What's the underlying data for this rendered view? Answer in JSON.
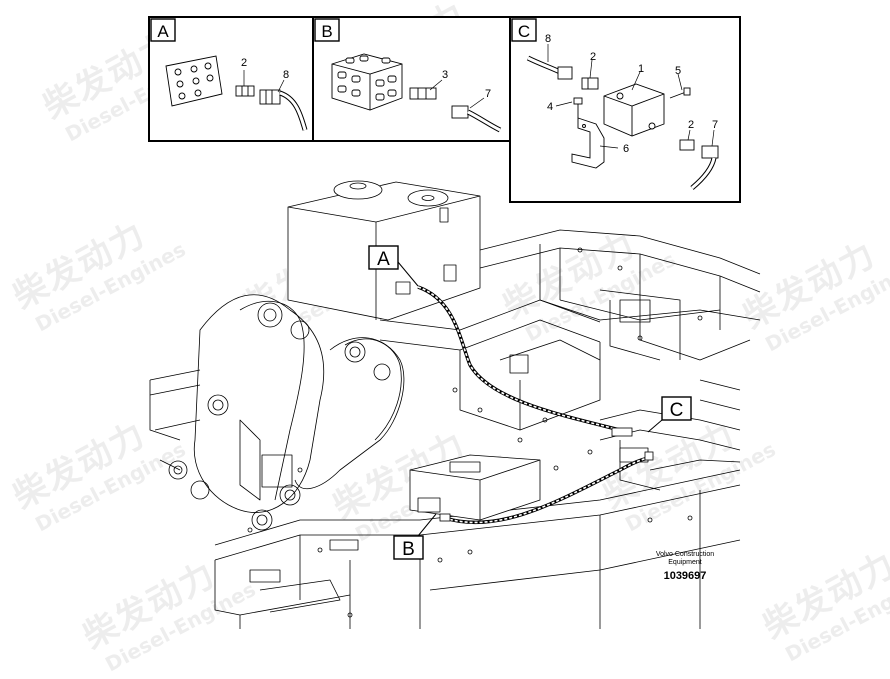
{
  "watermark": {
    "cn": "柴发动力",
    "en": "Diesel-Engines"
  },
  "callouts": {
    "a": "A",
    "b": "B",
    "c": "C"
  },
  "details": {
    "a": {
      "label": "A",
      "parts": [
        "2",
        "8"
      ]
    },
    "b": {
      "label": "B",
      "parts": [
        "3",
        "7"
      ]
    },
    "c": {
      "label": "C",
      "parts": [
        "8",
        "2",
        "1",
        "5",
        "4",
        "2",
        "7",
        "6"
      ]
    }
  },
  "footer": {
    "line1": "Volvo Construction",
    "line2": "Equipment",
    "number": "1039697"
  }
}
